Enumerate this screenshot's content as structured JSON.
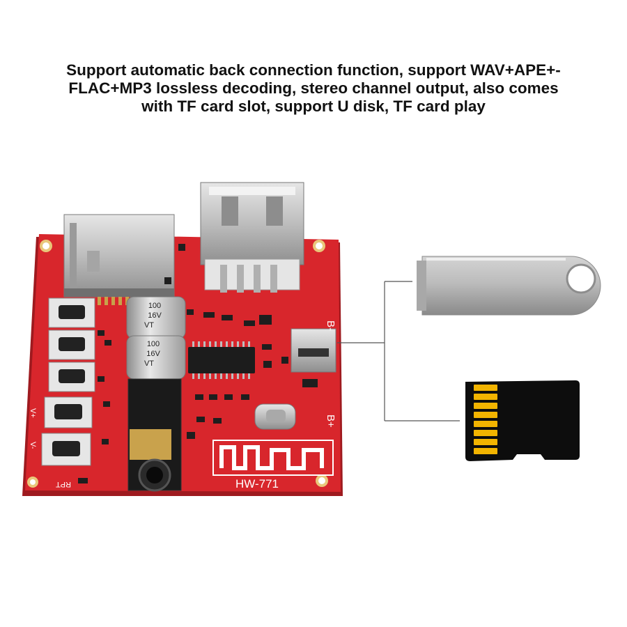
{
  "caption": {
    "line1": "Support automatic back connection function, support WAV+APE+-",
    "line2": "FLAC+MP3 lossless decoding, stereo channel output, also comes",
    "line3": "with TF card slot, support U disk, TF card play"
  },
  "board": {
    "model": "HW-771",
    "label_b_minus": "B-",
    "label_b_plus": "B+",
    "label_rpt": "RPT",
    "label_v_plus": "V+",
    "label_v_minus": "V-",
    "cap1": {
      "line1": "100",
      "line2": "16V",
      "line3": "VT"
    },
    "cap2": {
      "line1": "100",
      "line2": "16V",
      "line3": "VT"
    }
  },
  "colors": {
    "pcb": "#d8262c",
    "pcb_dark": "#a81820",
    "silkscreen": "#ffffff",
    "metal": "#c8c8c8",
    "tf_card": "#0d0d0d",
    "tf_contacts": "#f2b400",
    "connector_line": "#555555"
  },
  "icons": {
    "u_disk": "usb-flash-drive-icon",
    "tf_card": "micro-sd-card-icon"
  }
}
